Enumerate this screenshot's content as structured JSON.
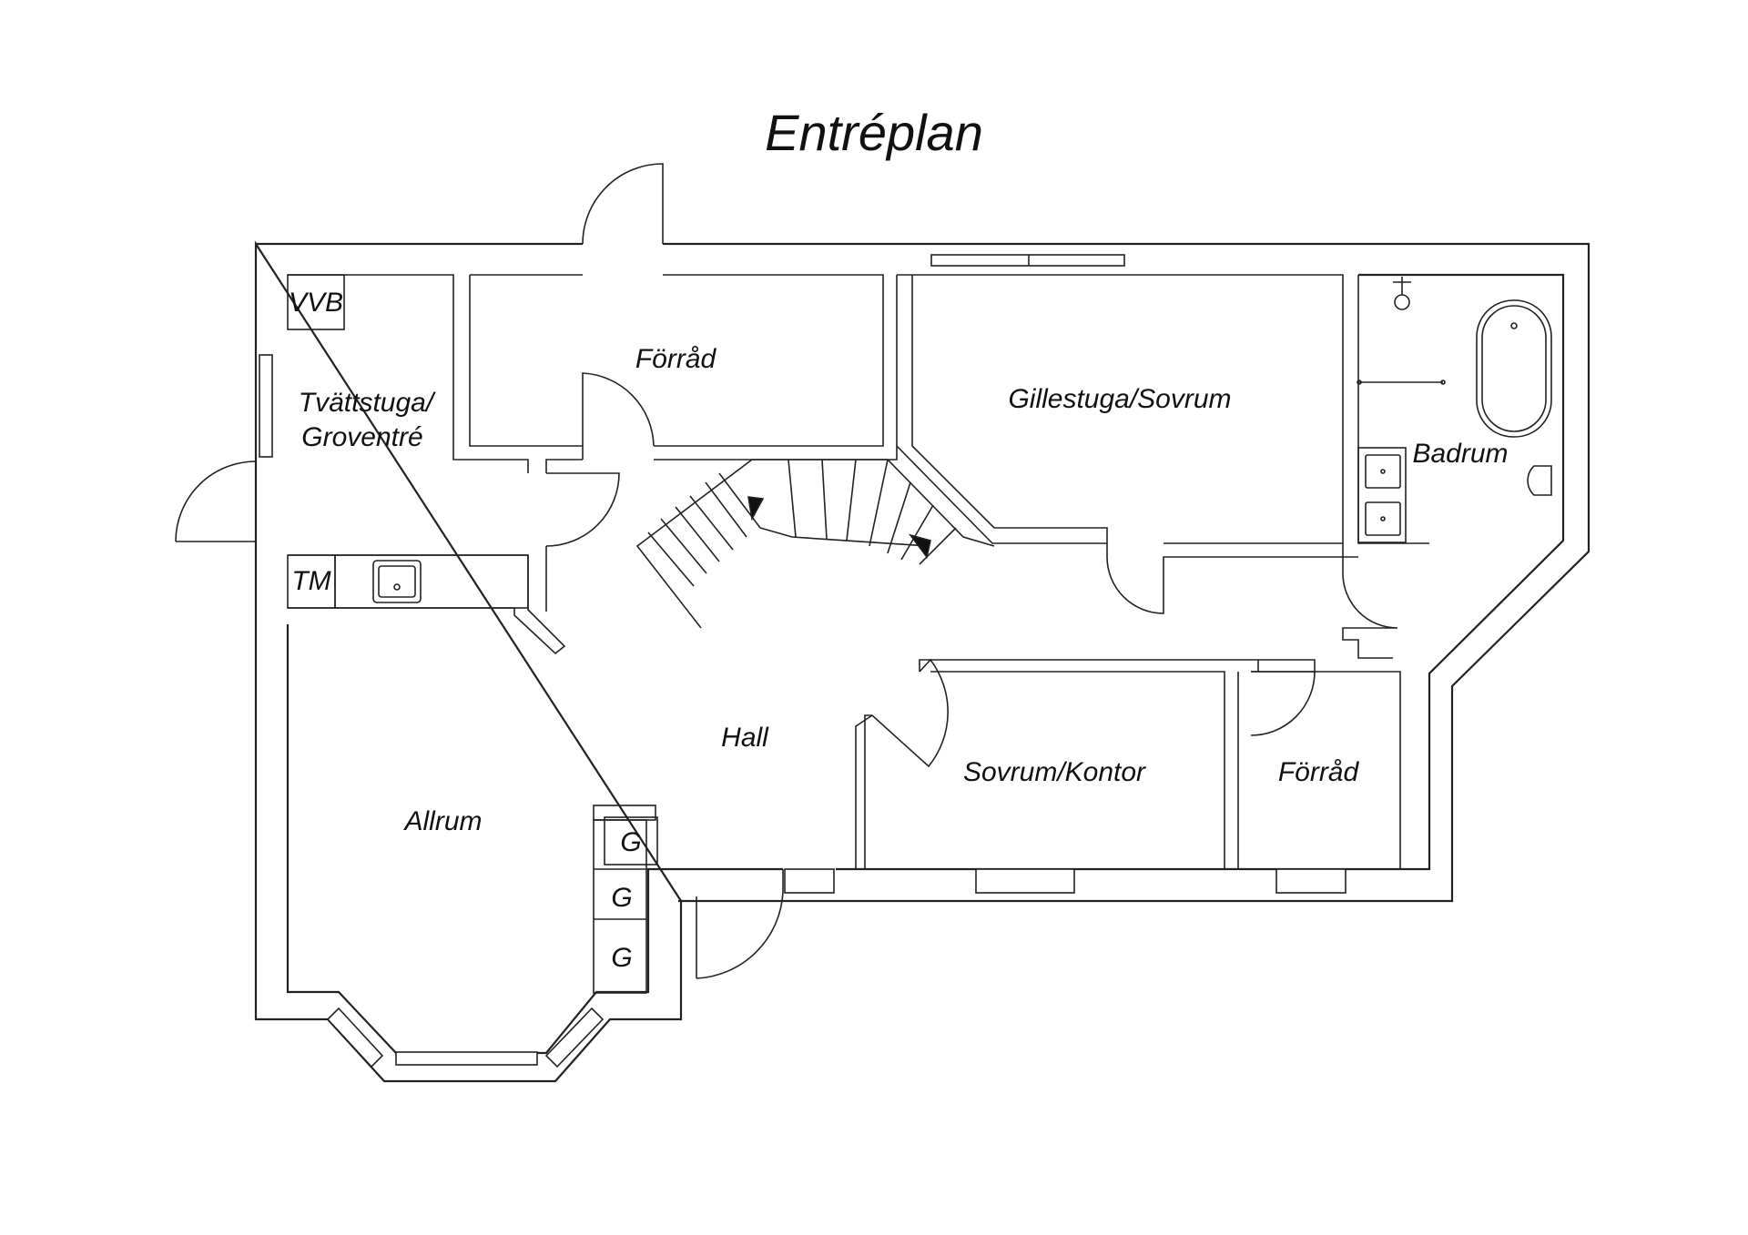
{
  "title": "Entréplan",
  "rooms": {
    "vvb": "VVB",
    "tvattstuga_line1": "Tvättstuga/",
    "tvattstuga_line2": "Groventré",
    "tm": "TM",
    "forrad_top": "Förråd",
    "gillestuga": "Gillestuga/Sovrum",
    "badrum": "Badrum",
    "hall": "Hall",
    "allrum": "Allrum",
    "g1": "G",
    "g2": "G",
    "g3": "G",
    "sovrum_kontor": "Sovrum/Kontor",
    "forrad_bottom": "Förråd"
  }
}
